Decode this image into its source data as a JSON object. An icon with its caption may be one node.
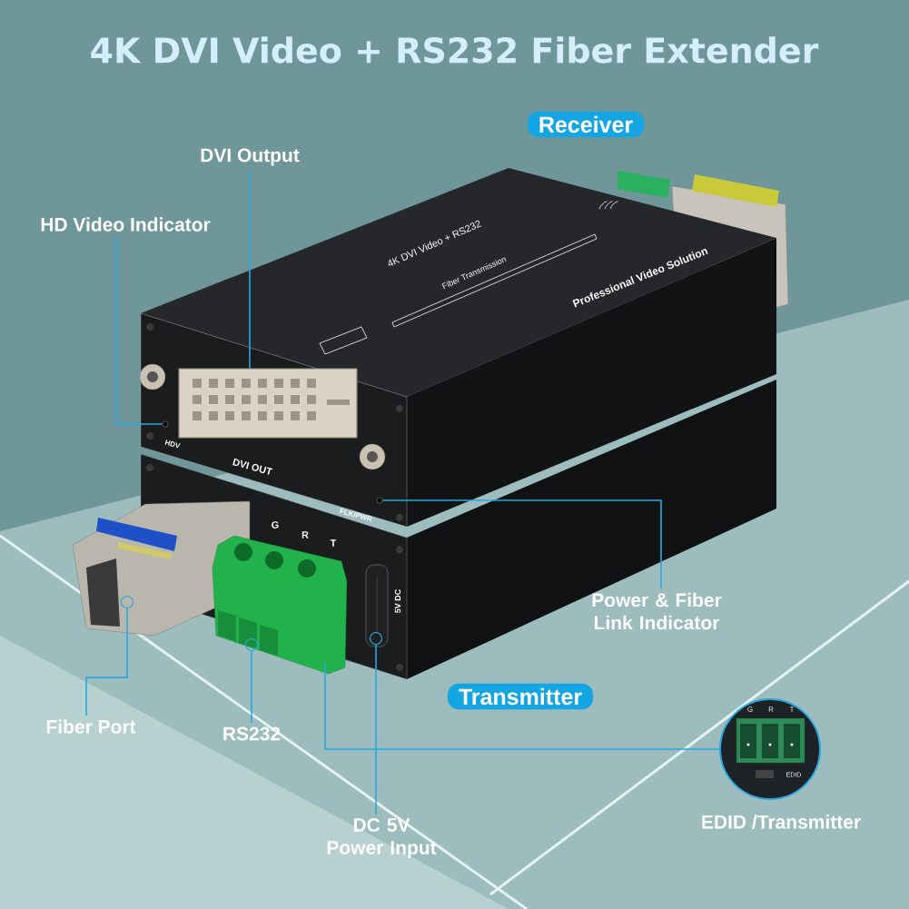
{
  "diagram": {
    "title": "4K DVI Video + RS232 Fiber Extender",
    "nodes": [
      {
        "text": [
          "Receiver"
        ]
      },
      {
        "text": [
          "DVI Output"
        ]
      },
      {
        "text": [
          "HD Video Indicator"
        ]
      },
      {
        "text": [],
        "shape": "box",
        "beside": [
          "DVI OUT"
        ]
      },
      {
        "text": [],
        "shape": "circle"
      },
      {
        "text": [],
        "shape": "circle",
        "beside": [
          "FLK/PWR"
        ]
      },
      {
        "text": [],
        "shape": "circle"
      },
      {
        "text": [],
        "shape": "circle"
      },
      {
        "text": [],
        "shape": "circle",
        "beside": [
          "5V DC"
        ]
      },
      {
        "text": [
          "Power & Fiber Link Indicator"
        ]
      },
      {
        "text": [
          "Transmitter"
        ]
      },
      {
        "text": [],
        "shape": "circle",
        "beside": [
          "EDID /Transmitter"
        ]
      },
      {
        "text": [
          "Fiber Port"
        ]
      },
      {
        "text": [
          "RS232"
        ]
      },
      {
        "text": [
          "DC 5V Power Input"
        ]
      }
    ],
    "edges": [
      {
        "from": 1,
        "to": 3,
        "arrow": "none"
      },
      {
        "from": 2,
        "to": 4,
        "arrow": "none"
      },
      {
        "from": 9,
        "to": 5,
        "arrow": "none"
      },
      {
        "from": 12,
        "to": 6,
        "arrow": "none"
      },
      {
        "from": 13,
        "to": 7,
        "arrow": "none"
      },
      {
        "from": 14,
        "to": 8,
        "arrow": "none"
      },
      {
        "from": 7,
        "to": 11,
        "arrow": "none"
      }
    ],
    "labels": [
      "4K DVI Video + RS232",
      "Fiber Transmission",
      "Professional Video Solution",
      "G",
      "R",
      "T",
      "G",
      "R",
      "T",
      "EDID",
      "HDV"
    ]
  }
}
